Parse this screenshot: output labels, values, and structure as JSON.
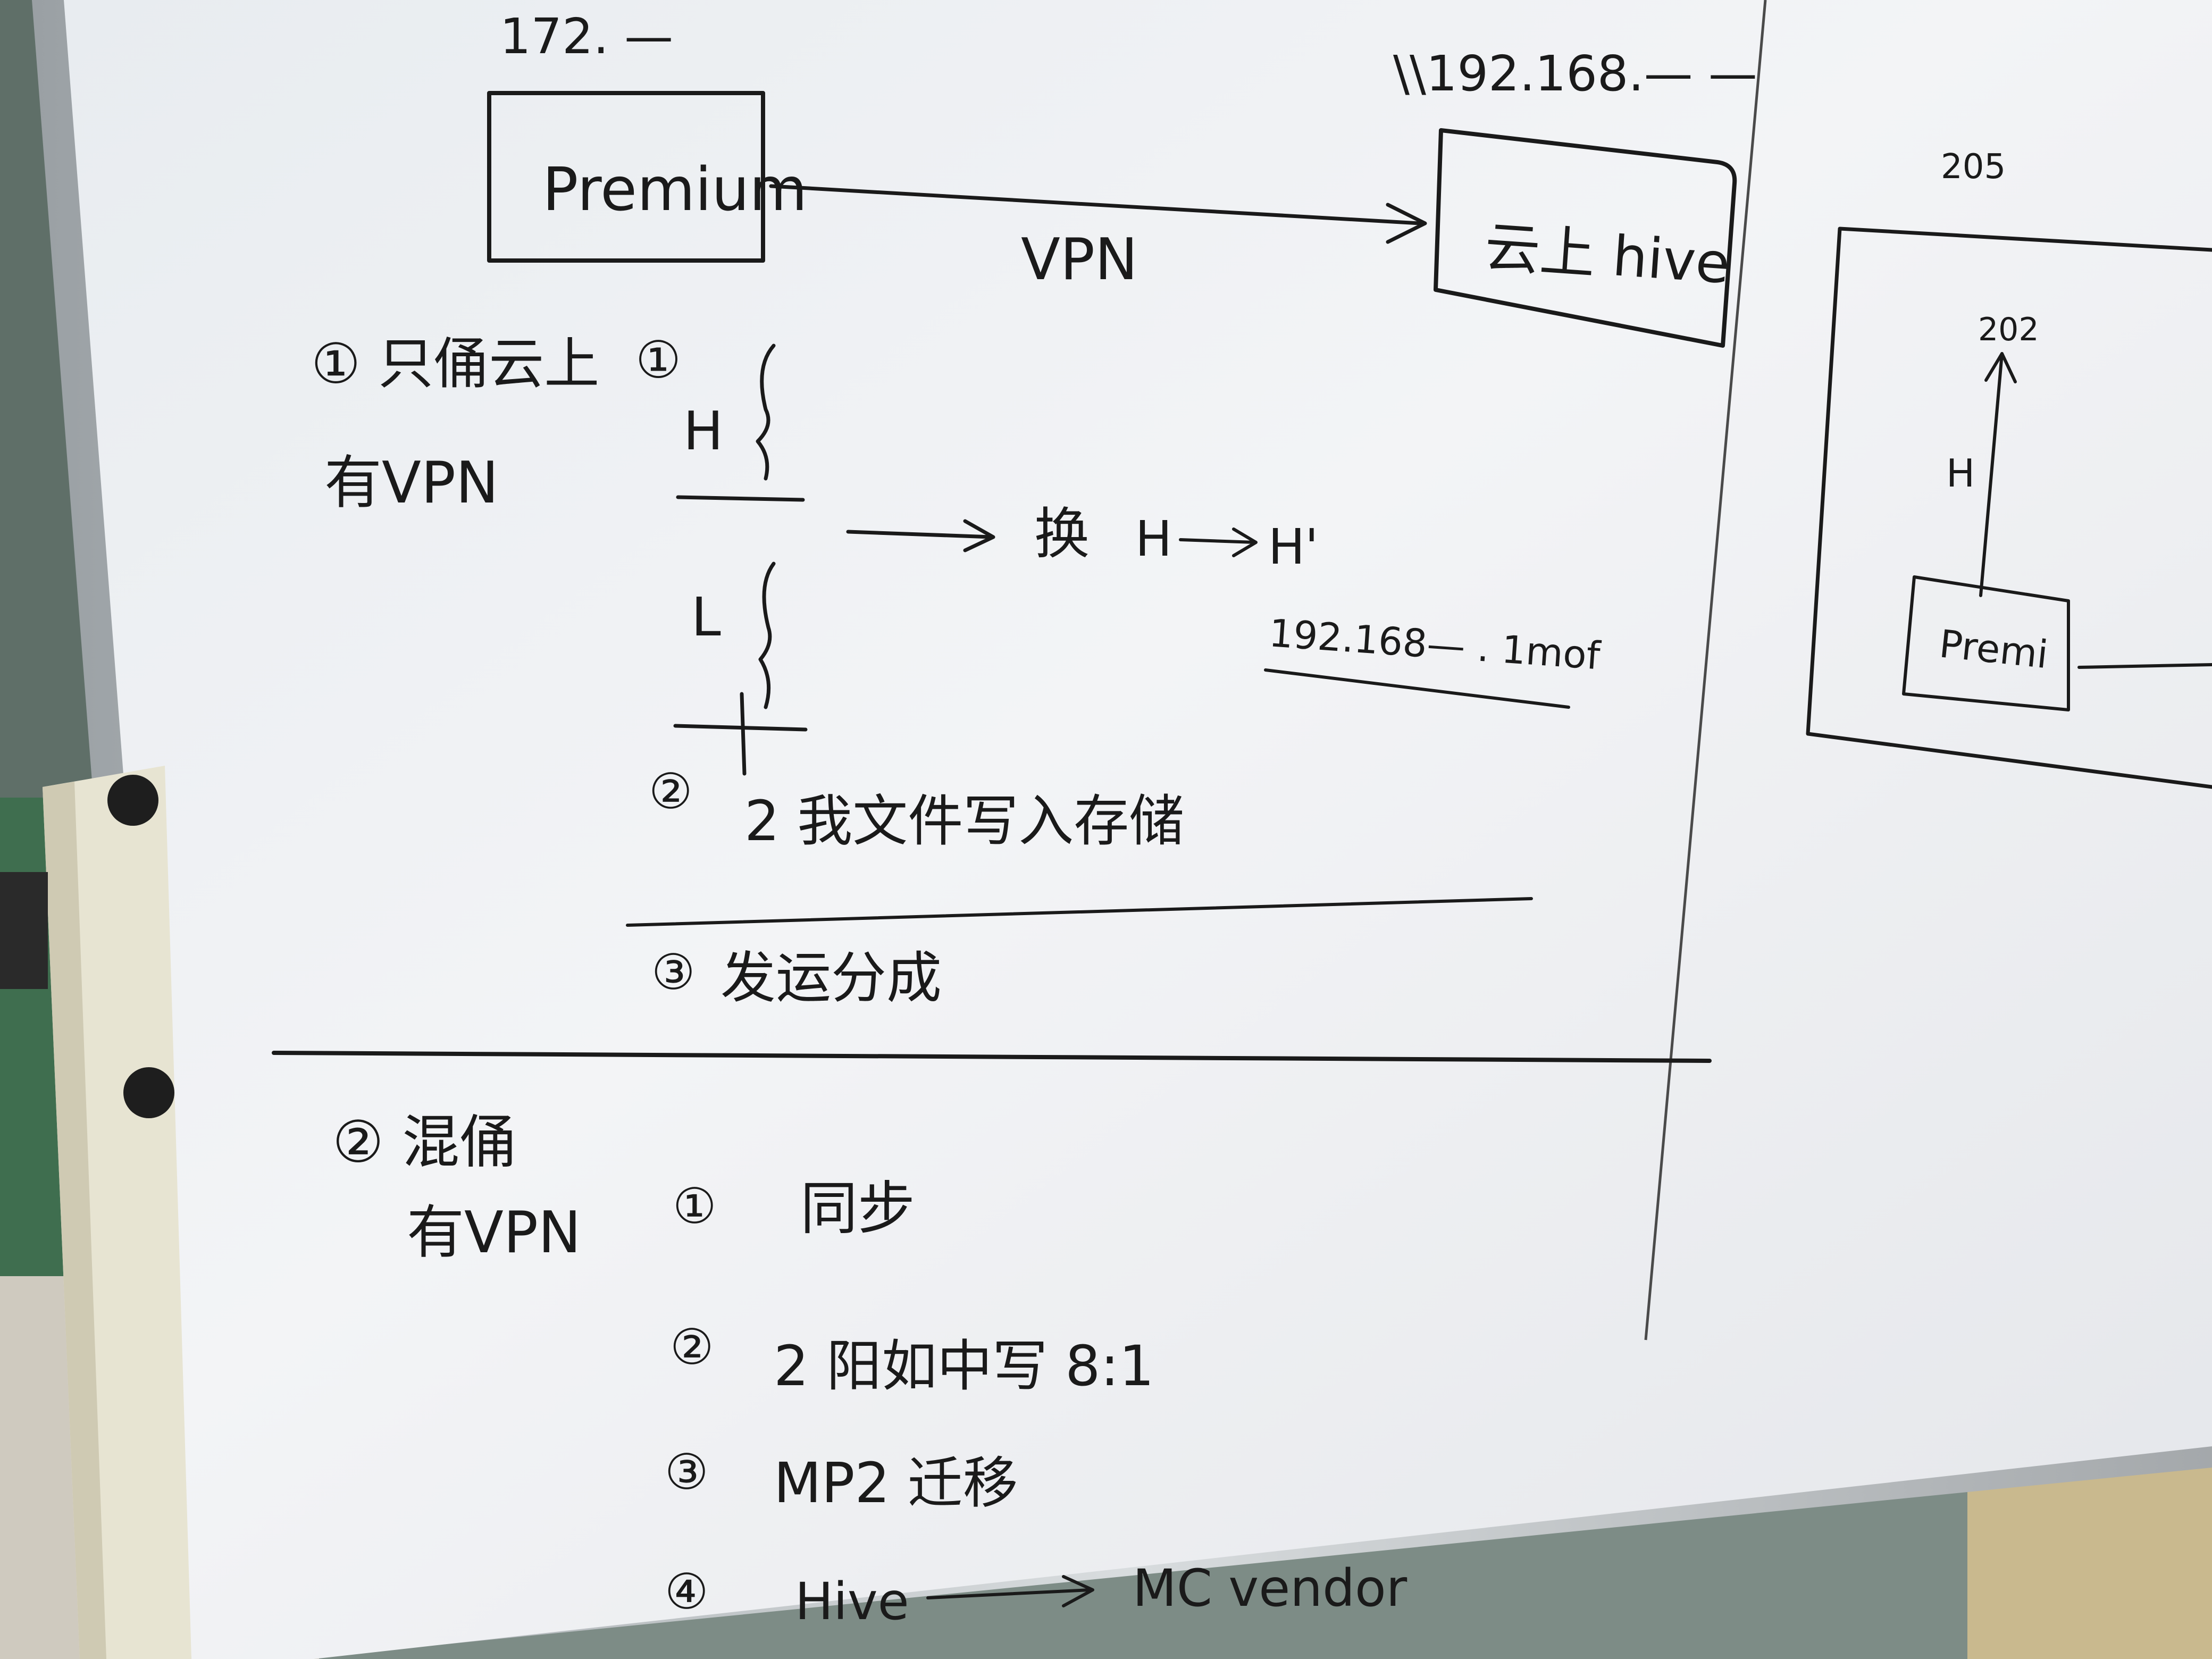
{
  "board": {
    "top_left_ip": "172. —",
    "top_right_ip": "\\\\192.168.— —",
    "premium_box_label": "Premium",
    "cloud_box_label": "云上 hive",
    "link_label": "VPN",
    "far_right_top_number": "205",
    "far_right_box_label": "Premi",
    "far_right_arrow_target": "202",
    "far_right_arrow_label": "H"
  },
  "section1": {
    "heading": "① 只俑云上",
    "subheading": "有VPN",
    "step1_marker": "①",
    "label_h": "H",
    "label_l": "L",
    "arrow_text": "换",
    "swap_from": "H",
    "swap_to": "H'",
    "swap_note": "192.168— . 1mof",
    "step2_marker": "②",
    "step2_text": "2 我文件写入存储",
    "step3_marker": "③",
    "step3_text": "发运分成"
  },
  "section2": {
    "heading": "② 混俑",
    "subheading": "有VPN",
    "items": [
      {
        "marker": "①",
        "text": "同步"
      },
      {
        "marker": "②",
        "text": "2 阳如中写 8:1"
      },
      {
        "marker": "③",
        "text": "MP2 迁移"
      },
      {
        "marker": "④",
        "text": "Hive",
        "target": "MC vendor"
      }
    ]
  }
}
